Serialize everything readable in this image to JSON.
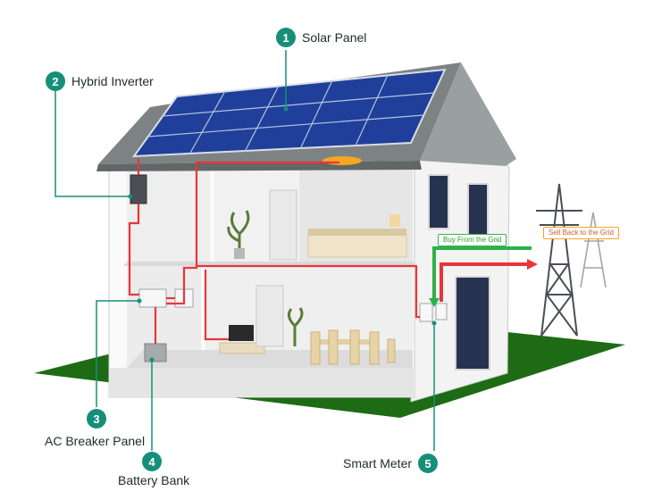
{
  "callouts": [
    {
      "number": "1",
      "label": "Solar Panel"
    },
    {
      "number": "2",
      "label": "Hybrid Inverter"
    },
    {
      "number": "3",
      "label": "AC Breaker Panel"
    },
    {
      "number": "4",
      "label": "Battery Bank"
    },
    {
      "number": "5",
      "label": "Smart Meter"
    }
  ],
  "flows": {
    "buy": "Buy From the Grid",
    "sell": "Sell Back to the Grid"
  },
  "colors": {
    "badge": "#168f7a",
    "wire": "#e8353a",
    "buy_arrow": "#2fb04a",
    "sell_arrow": "#e8353a",
    "lawn": "#1d6b14",
    "panel": "#1f3f9a",
    "roof": "#7d8382"
  }
}
